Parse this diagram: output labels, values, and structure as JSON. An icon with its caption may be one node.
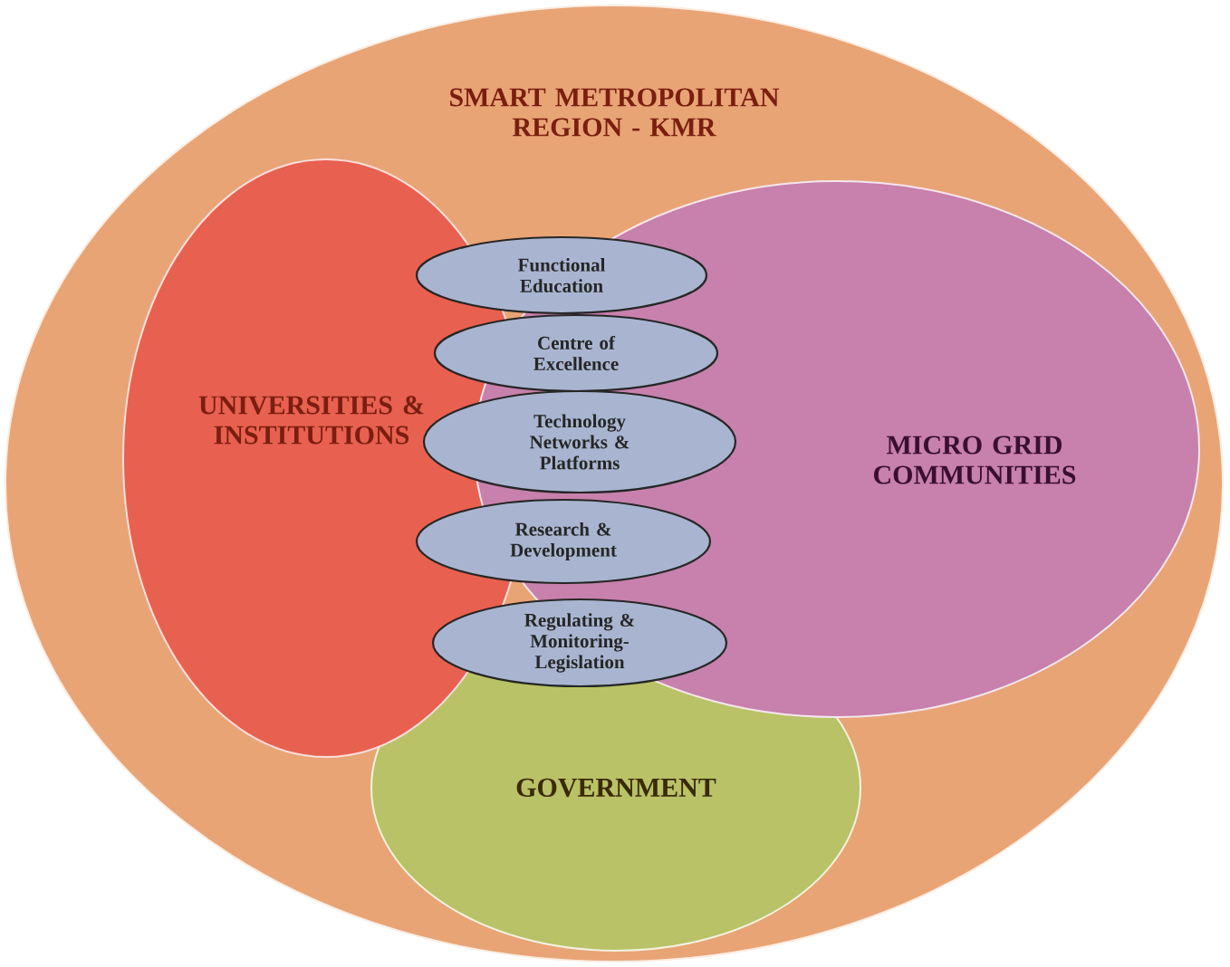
{
  "diagram": {
    "nodes": [
      {
        "text": [
          "SMART METROPOLITAN REGION - KMR"
        ]
      },
      {
        "text": [
          "UNIVERSITIES & INSTITUTIONS"
        ],
        "in": 0
      },
      {
        "text": [
          "MICRO GRID COMMUNITIES"
        ],
        "in": 0
      },
      {
        "text": [
          "GOVERNMENT"
        ],
        "in": 0
      },
      {
        "text": [
          "Functional Education"
        ],
        "in": 0
      },
      {
        "text": [
          "Centre of Excellence"
        ],
        "in": 0
      },
      {
        "text": [
          "Technology Networks & Platforms"
        ],
        "in": 0
      },
      {
        "text": [
          "Research & Development"
        ],
        "in": 0
      },
      {
        "text": [
          "Regulating & Monitoring-Legislation"
        ],
        "in": 0
      }
    ]
  }
}
